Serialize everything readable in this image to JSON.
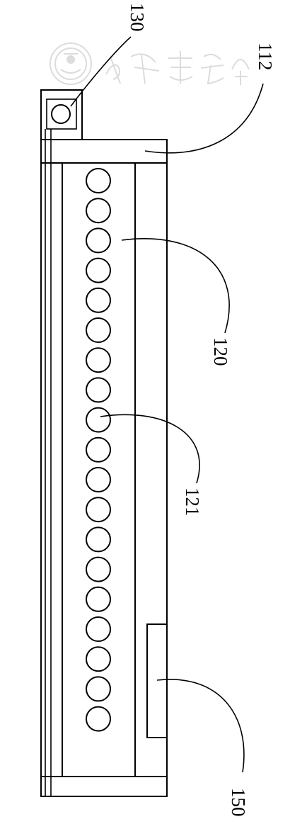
{
  "labels": {
    "housing_cover": "112",
    "sensor_unit": "130",
    "light_board": "120",
    "led": "121",
    "connector": "150"
  },
  "watermark": {
    "seal_icon": "society-seal-icon"
  },
  "colors": {
    "line": "#000000",
    "watermark": "#dcdcdc"
  }
}
